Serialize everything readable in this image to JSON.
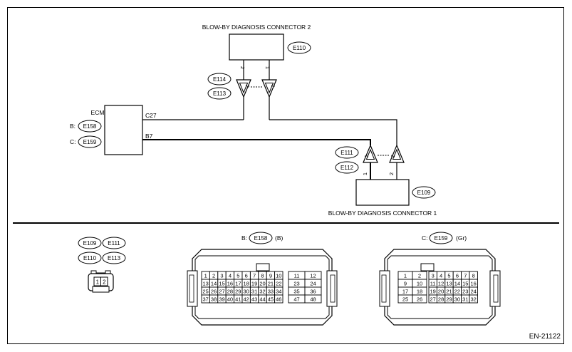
{
  "diagram_code": "EN-21122",
  "connector2": {
    "title": "BLOW-BY DIAGNOSIS CONNECTOR 2",
    "ref": "E110",
    "pin_left": "2",
    "pin_right": "1"
  },
  "connector1": {
    "title": "BLOW-BY DIAGNOSIS CONNECTOR 1",
    "ref": "E109",
    "pin_left": "1",
    "pin_right": "2"
  },
  "joint_upper": {
    "ref_a": "E114",
    "ref_b": "E113",
    "pin_left": "2",
    "pin_right": "1"
  },
  "joint_lower": {
    "ref_a": "E111",
    "ref_b": "E112",
    "pin_left": "1",
    "pin_right": "2"
  },
  "ecm": {
    "title": "ECM",
    "conn_b_prefix": "B:",
    "conn_b_ref": "E158",
    "conn_c_prefix": "C:",
    "conn_c_ref": "E159",
    "wire_c27": "C27",
    "wire_b7": "B7"
  },
  "legend_small": {
    "refs": [
      "E109",
      "E111",
      "E110",
      "E113"
    ],
    "pins": [
      "1",
      "2"
    ]
  },
  "legend_b": {
    "prefix": "B:",
    "ref": "E158",
    "color": "(B)",
    "left_rows": [
      [
        "1",
        "2",
        "3",
        "4",
        "5",
        "6",
        "7",
        "8",
        "9",
        "10"
      ],
      [
        "13",
        "14",
        "15",
        "16",
        "17",
        "18",
        "19",
        "20",
        "21",
        "22"
      ],
      [
        "25",
        "26",
        "27",
        "28",
        "29",
        "30",
        "31",
        "32",
        "33",
        "34"
      ],
      [
        "37",
        "38",
        "39",
        "40",
        "41",
        "42",
        "43",
        "44",
        "45",
        "46"
      ]
    ],
    "right_rows": [
      [
        "11",
        "12"
      ],
      [
        "23",
        "24"
      ],
      [
        "35",
        "36"
      ],
      [
        "47",
        "48"
      ]
    ]
  },
  "legend_c": {
    "prefix": "C:",
    "ref": "E159",
    "color": "(Gr)",
    "left_rows": [
      [
        "1",
        "2"
      ],
      [
        "9",
        "10"
      ],
      [
        "17",
        "18"
      ],
      [
        "25",
        "26"
      ]
    ],
    "right_rows": [
      [
        "3",
        "4",
        "5",
        "6",
        "7",
        "8"
      ],
      [
        "11",
        "12",
        "13",
        "14",
        "15",
        "16"
      ],
      [
        "19",
        "20",
        "21",
        "22",
        "23",
        "24"
      ],
      [
        "27",
        "28",
        "29",
        "30",
        "31",
        "32"
      ]
    ]
  }
}
